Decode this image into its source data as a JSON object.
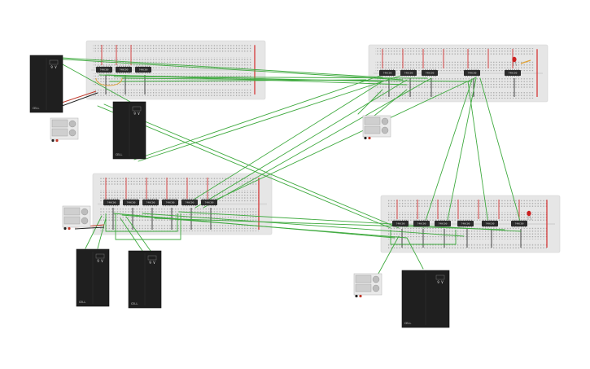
{
  "colors": {
    "board": "#e6e6e6",
    "board_edge": "#d2d2d2",
    "hole": "#9a9a9a",
    "rail_red": "#d64545",
    "rail_black": "#333333",
    "chip": "#2b2b2b",
    "battery": "#1f1f1f",
    "wire": "#3faa3f",
    "wire_red": "#c0392b",
    "wire_black": "#222222",
    "led_red": "#cc1f1f"
  },
  "chip_label": "74HC00",
  "battery_label": "9 V",
  "battery_brand": "CELL",
  "icons": [
    "breadboard-icon",
    "logic-chip-icon",
    "battery-icon",
    "power-switch-icon",
    "led-icon"
  ]
}
